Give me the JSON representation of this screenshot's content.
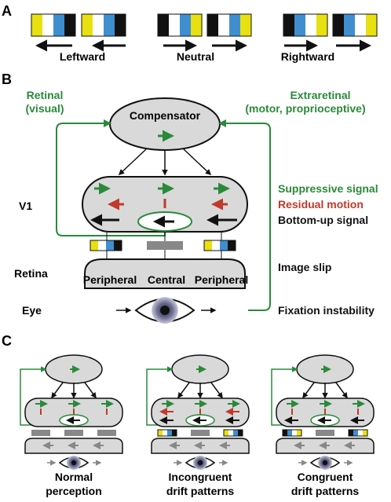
{
  "colors": {
    "green": "#2a8a3a",
    "red": "#c0392b",
    "yellow": "#e8e010",
    "blue": "#3f8fd0",
    "black": "#111111",
    "gray_fill": "#d9d9d9",
    "gray_bar": "#888888",
    "gray_arrow": "#888888"
  },
  "panel_a": {
    "label": "A",
    "groups": [
      {
        "label": "Leftward",
        "sequence": [
          "yellow",
          "white",
          "blue",
          "black"
        ]
      },
      {
        "label": "Neutral",
        "sequence": [
          "black",
          "white",
          "blue",
          "yellow"
        ]
      },
      {
        "label": "Rightward",
        "sequence": [
          "black",
          "blue",
          "white",
          "yellow"
        ]
      }
    ]
  },
  "panel_b": {
    "label": "B",
    "retinal_label_line1": "Retinal",
    "retinal_label_line2": "(visual)",
    "extraretinal_label_line1": "Extraretinal",
    "extraretinal_label_line2": "(motor, proprioceptive)",
    "compensator_label": "Compensator",
    "v1_label": "V1",
    "retina_label": "Retina",
    "eye_label": "Eye",
    "retina_regions": [
      "Peripheral",
      "Central",
      "Peripheral"
    ],
    "legend": {
      "suppressive": "Suppressive signal",
      "residual": "Residual motion",
      "bottom_up": "Bottom-up signal",
      "image_slip": "Image slip",
      "fixation": "Fixation instability"
    }
  },
  "panel_c": {
    "label": "C",
    "conditions": [
      {
        "line1": "Normal",
        "line2": "perception"
      },
      {
        "line1": "Incongruent",
        "line2": "drift patterns"
      },
      {
        "line1": "Congruent",
        "line2": "drift patterns"
      }
    ]
  }
}
